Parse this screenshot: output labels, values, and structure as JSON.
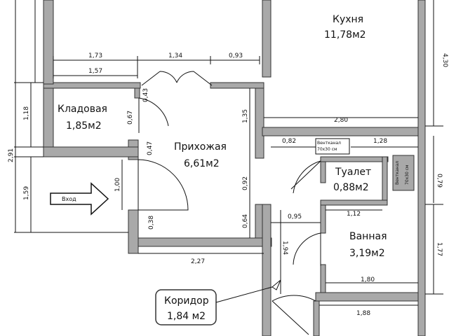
{
  "rooms": {
    "kitchen": {
      "name": "Кухня",
      "area": "11,78м2"
    },
    "storage": {
      "name": "Кладовая",
      "area": "1,85м2"
    },
    "hallway": {
      "name": "Прихожая",
      "area": "6,61м2"
    },
    "toilet": {
      "name": "Туалет",
      "area": "0,88м2"
    },
    "bathroom": {
      "name": "Ванная",
      "area": "3,19м2"
    },
    "corridor": {
      "name": "Коридор",
      "area": "1,84 м2"
    }
  },
  "dimensions": {
    "d_173": "1,73",
    "d_134": "1,34",
    "d_093": "0,93",
    "d_157": "1,57",
    "d_118": "1,18",
    "d_291": "2,91",
    "d_159": "1,59",
    "d_043": "0,43",
    "d_067": "0,67",
    "d_047": "0,47",
    "d_100": "1,00",
    "d_038": "0,38",
    "d_135": "1,35",
    "d_092": "0,92",
    "d_064": "0,64",
    "d_227": "2,27",
    "d_280": "2,80",
    "d_082": "0,82",
    "d_128": "1,28",
    "d_430": "4,30",
    "d_079": "0,79",
    "d_112": "1,12",
    "d_095": "0,95",
    "d_194": "1,94",
    "d_177": "1,77",
    "d_180": "1,80",
    "d_188": "1,88"
  },
  "labels": {
    "entrance": "Вход",
    "vent1": "Вентканал",
    "vent1_size": "70х30 см",
    "vent2": "Вентканал",
    "vent2_size": "70х30 см"
  }
}
